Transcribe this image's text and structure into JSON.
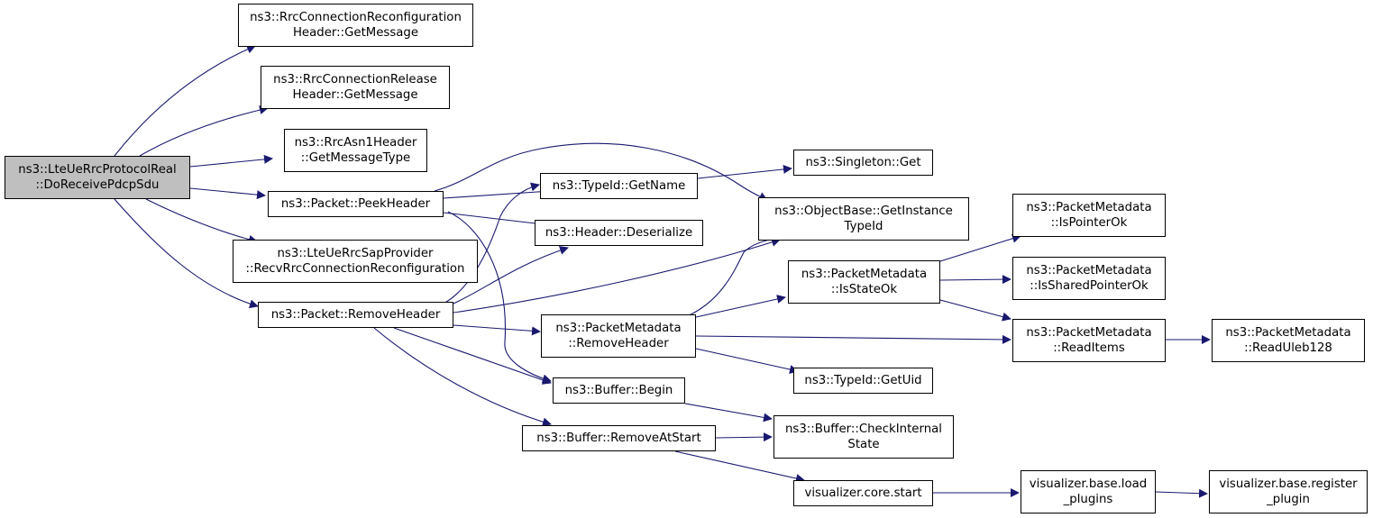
{
  "colors": {
    "edge": "#191970",
    "root_fill": "#bfbfbf",
    "node_fill": "#ffffff",
    "border": "#000000"
  },
  "nodes": {
    "root": [
      "ns3::LteUeRrcProtocolReal",
      "::DoReceivePdcpSdu"
    ],
    "rrc_reconf_getmsg": [
      "ns3::RrcConnectionReconfiguration",
      "Header::GetMessage"
    ],
    "rrc_release_getmsg": [
      "ns3::RrcConnectionRelease",
      "Header::GetMessage"
    ],
    "asn1_getmsgtype": [
      "ns3::RrcAsn1Header",
      "::GetMessageType"
    ],
    "packet_peekheader": [
      "ns3::Packet::PeekHeader"
    ],
    "sap_recvreconf": [
      "ns3::LteUeRrcSapProvider",
      "::RecvRrcConnectionReconfiguration"
    ],
    "packet_removeheader": [
      "ns3::Packet::RemoveHeader"
    ],
    "typeid_getname": [
      "ns3::TypeId::GetName"
    ],
    "header_deserialize": [
      "ns3::Header::Deserialize"
    ],
    "pm_removeheader": [
      "ns3::PacketMetadata",
      "::RemoveHeader"
    ],
    "buffer_begin": [
      "ns3::Buffer::Begin"
    ],
    "buffer_removeatstart": [
      "ns3::Buffer::RemoveAtStart"
    ],
    "singleton_get": [
      "ns3::Singleton::Get"
    ],
    "objectbase_getinstancetypeid": [
      "ns3::ObjectBase::GetInstance",
      "TypeId"
    ],
    "pm_isstateok": [
      "ns3::PacketMetadata",
      "::IsStateOk"
    ],
    "typeid_getuid": [
      "ns3::TypeId::GetUid"
    ],
    "buffer_checkinternalstate": [
      "ns3::Buffer::CheckInternal",
      "State"
    ],
    "vis_core_start": [
      "visualizer.core.start"
    ],
    "pm_ispointerok": [
      "ns3::PacketMetadata",
      "::IsPointerOk"
    ],
    "pm_issharedpointerok": [
      "ns3::PacketMetadata",
      "::IsSharedPointerOk"
    ],
    "pm_readitems": [
      "ns3::PacketMetadata",
      "::ReadItems"
    ],
    "vis_load_plugins": [
      "visualizer.base.load",
      "_plugins"
    ],
    "pm_readuleb128": [
      "ns3::PacketMetadata",
      "::ReadUleb128"
    ],
    "vis_register_plugin": [
      "visualizer.base.register",
      "_plugin"
    ]
  }
}
